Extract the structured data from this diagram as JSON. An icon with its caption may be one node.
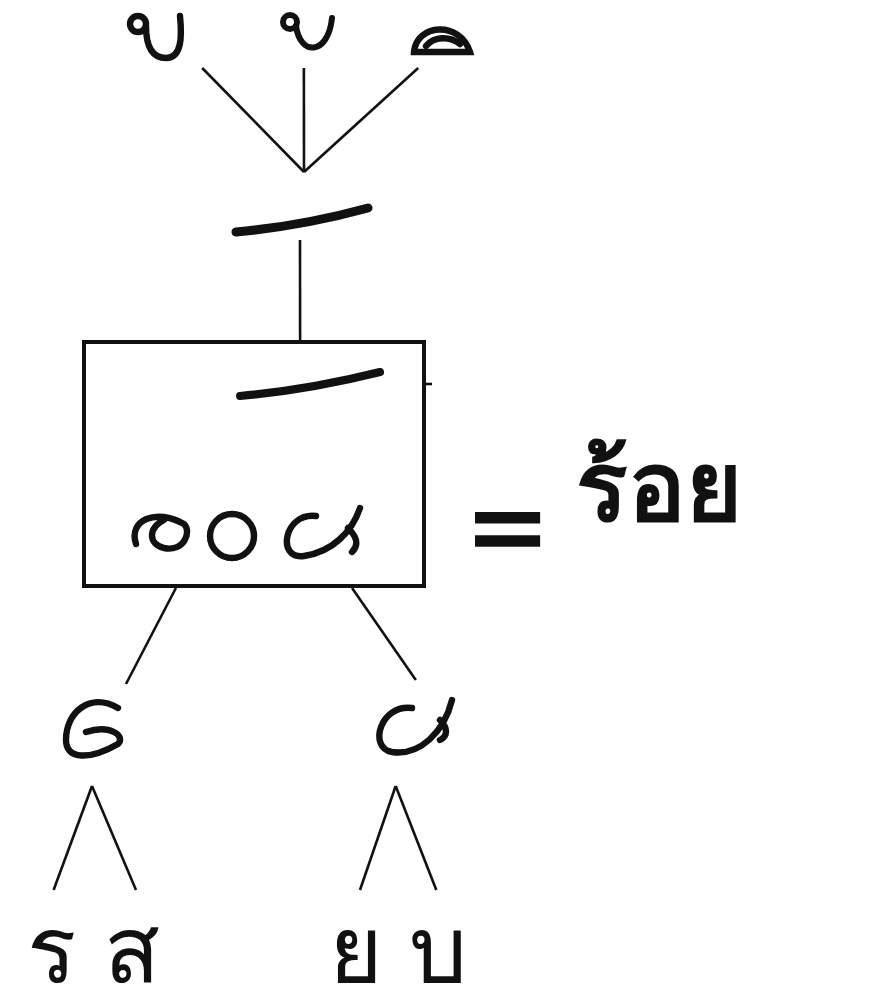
{
  "diagram": {
    "nodes": [
      {
        "text": [],
        "shape": "picture"
      },
      {
        "text": [],
        "shape": "picture"
      },
      {
        "text": [],
        "shape": "picture"
      },
      {
        "text": [],
        "shape": "picture"
      },
      {
        "text": [],
        "shape": "box"
      },
      {
        "text": [],
        "shape": "picture",
        "in": 4
      },
      {
        "text": [],
        "shape": "picture",
        "in": 4
      },
      {
        "text": [],
        "shape": "picture"
      },
      {
        "text": [],
        "shape": "picture"
      },
      {
        "text": [
          "ร"
        ]
      },
      {
        "text": [
          "ส"
        ]
      },
      {
        "text": [
          "ย"
        ]
      },
      {
        "text": [
          "บ"
        ]
      }
    ],
    "edges": [
      {
        "from": 0,
        "to": 3,
        "arrow": "none"
      },
      {
        "from": 1,
        "to": 3,
        "arrow": "none"
      },
      {
        "from": 2,
        "to": 3,
        "arrow": "none"
      },
      {
        "from": 3,
        "to": 4,
        "arrow": "none"
      },
      {
        "from": 4,
        "to": 7,
        "arrow": "none"
      },
      {
        "from": 4,
        "to": 8,
        "arrow": "none"
      },
      {
        "from": 7,
        "to": 9,
        "arrow": "none"
      },
      {
        "from": 7,
        "to": 10,
        "arrow": "none"
      },
      {
        "from": 8,
        "to": 11,
        "arrow": "none"
      },
      {
        "from": 8,
        "to": 12,
        "arrow": "none"
      }
    ],
    "labels": [
      "=",
      "ร้อย"
    ]
  }
}
